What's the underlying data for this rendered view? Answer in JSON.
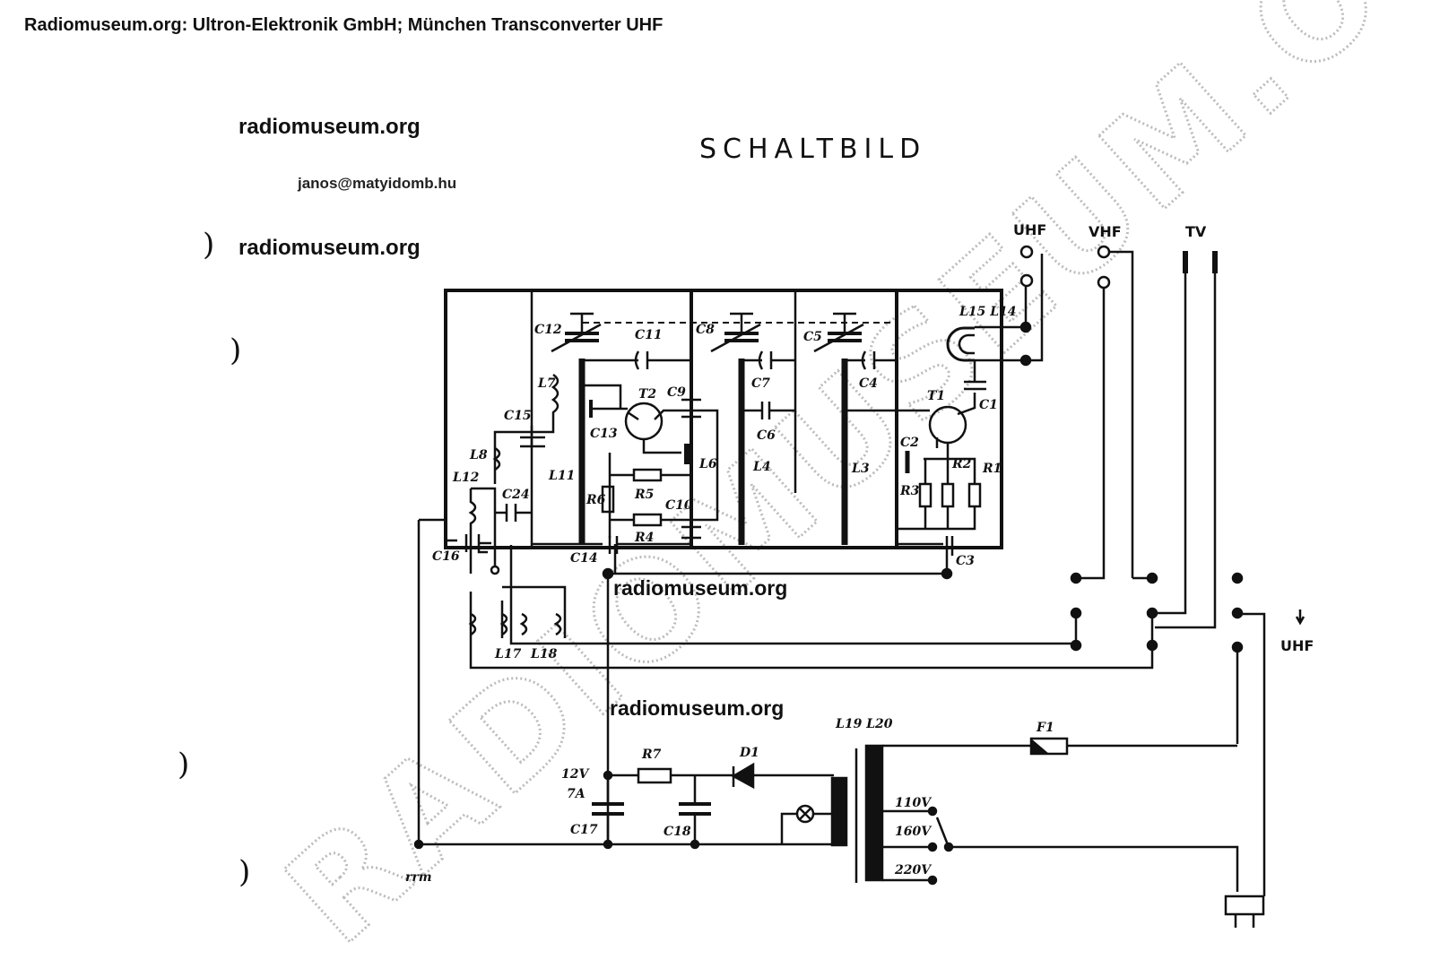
{
  "page": {
    "title": "Radiomuseum.org: Ultron-Elektronik GmbH; München Transconverter UHF",
    "site_1": "radiomuseum.org",
    "email": "janos@matyidomb.hu",
    "site_2": "radiomuseum.org",
    "site_3": "radiomuseum.org",
    "site_4": "radiomuseum.org",
    "paren": ")"
  },
  "schematic": {
    "heading": "SCHALTBILD",
    "watermark": "RADIOMUSEUM.ORG",
    "terminals": {
      "uhf_in": "UHF",
      "vhf": "VHF",
      "tv": "TV",
      "uhf_switch": "UHF"
    },
    "labels": {
      "C12": "C12",
      "C11": "C11",
      "C8": "C8",
      "C5": "C5",
      "C4": "C4",
      "L15L14": "L15 L14",
      "T2": "T2",
      "C9": "C9",
      "C13": "C13",
      "C15": "C15",
      "L7": "L7",
      "L8": "L8",
      "L12": "L12",
      "C24": "C24",
      "L11": "L11",
      "R5": "R5",
      "R6": "R6",
      "L6": "L6",
      "C10": "C10",
      "R4": "R4",
      "C16": "C16",
      "C14": "C14",
      "C7": "C7",
      "C6": "C6",
      "L4": "L4",
      "L3": "L3",
      "T1": "T1",
      "C1": "C1",
      "C2": "C2",
      "R2": "R2",
      "R1": "R1",
      "R3": "R3",
      "C3": "C3",
      "L17": "L17",
      "L18": "L18",
      "V12": "12V",
      "A7": "7A",
      "R7": "R7",
      "D1": "D1",
      "L19L20": "L19 L20",
      "F1": "F1",
      "V110": "110V",
      "V160": "160V",
      "V220": "220V",
      "C17": "C17",
      "C18": "C18",
      "rrm": "rrm"
    }
  }
}
